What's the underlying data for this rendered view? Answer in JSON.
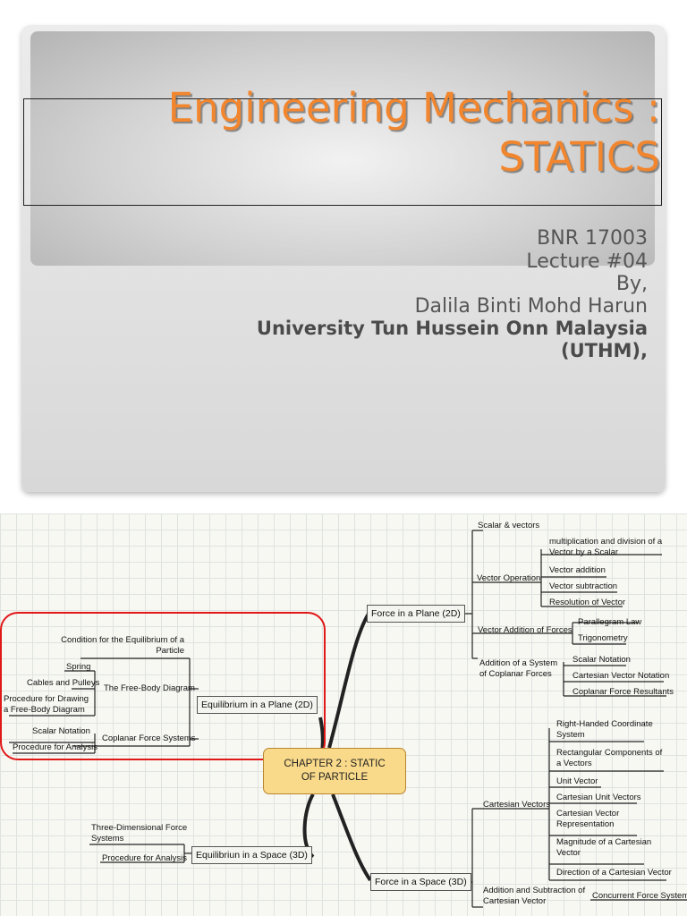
{
  "slide": {
    "title_line1": "Engineering Mechanics :",
    "title_line2": "STATICS",
    "course_code": "BNR 17003",
    "lecture": "Lecture #04",
    "by": "By,",
    "author": "Dalila Binti Mohd Harun",
    "university": "University Tun Hussein Onn Malaysia",
    "uthm": "(UTHM),"
  },
  "mindmap": {
    "center": "CHAPTER 2 : STATIC OF PARTICLE",
    "force_plane": "Force in a Plane (2D)",
    "force_space": "Force in a Space (3D)",
    "eq_plane": "Equilibrium in a Plane (2D)",
    "eq_space": "Equilibriun in a Space (3D)",
    "scalar_vectors": "Scalar & vectors",
    "vector_operation": "Vector Operation",
    "mult_div": "multiplication and division of a Vector by a Scalar",
    "vector_addition": "Vector addition",
    "vector_subtraction": "Vector subtraction",
    "resolution": "Resolution of Vector",
    "vector_add_forces": "Vector Addition of Forces",
    "parallelogram": "Parallegram Law",
    "trigonometry": "Trigonometry",
    "addition_system": "Addition of a System of Coplanar Forces",
    "scalar_notation": "Scalar Notation",
    "cartesian_notation": "Cartesian Vector Notation",
    "coplanar_resultants": "Coplanar Force Resultants",
    "condition_eq": "Condition for the Equilibrium of a Particle",
    "free_body": "The Free-Body Diagram",
    "spring": "Spring",
    "cables": "Cables and Pulleys",
    "procedure_fbd": "Procedure for Drawing a Free-Body Diagram",
    "coplanar_systems": "Coplanar Force Systems",
    "scalar_notation2": "Scalar Notation",
    "procedure_analysis": "Procedure for Analysis",
    "three_dim": "Three-Dimensional Force Systems",
    "procedure_analysis2": "Procedure for Analysis",
    "cartesian_vectors": "Cartesian Vectors",
    "right_handed": "Right-Handed Coordinate System",
    "rect_components": "Rectangular Components of a Vectors",
    "unit_vector": "Unit Vector",
    "cartesian_unit": "Cartesian Unit Vectors",
    "cartesian_repr": "Cartesian Vector Representation",
    "magnitude": "Magnitude of a Cartesian Vector",
    "direction": "Direction of a Cartesian Vector",
    "addition_subtraction": "Addition and Subtraction of Cartesian Vector",
    "concurrent": "Concurrent Force Systems"
  }
}
